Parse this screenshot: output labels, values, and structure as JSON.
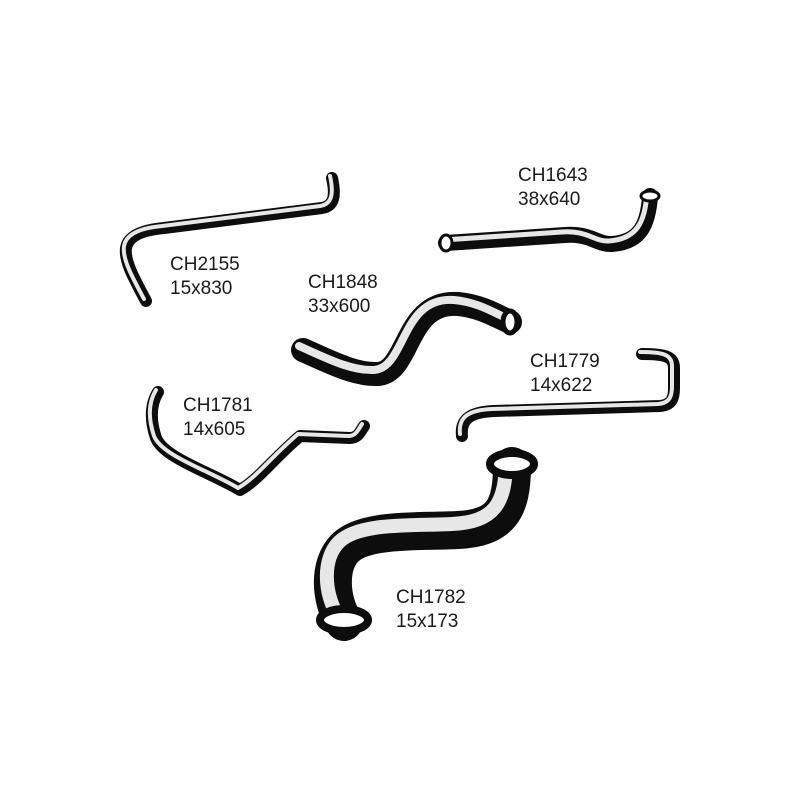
{
  "colors": {
    "hose": "#0d0d0d",
    "highlight": "#ffffff",
    "label": "#1a1a1a",
    "background": "#ffffff"
  },
  "parts": [
    {
      "code": "CH2155",
      "size": "15x830"
    },
    {
      "code": "CH1643",
      "size": "38x640"
    },
    {
      "code": "CH1848",
      "size": "33x600"
    },
    {
      "code": "CH1779",
      "size": "14x622"
    },
    {
      "code": "CH1781",
      "size": "14x605"
    },
    {
      "code": "CH1782",
      "size": "15x173"
    }
  ]
}
